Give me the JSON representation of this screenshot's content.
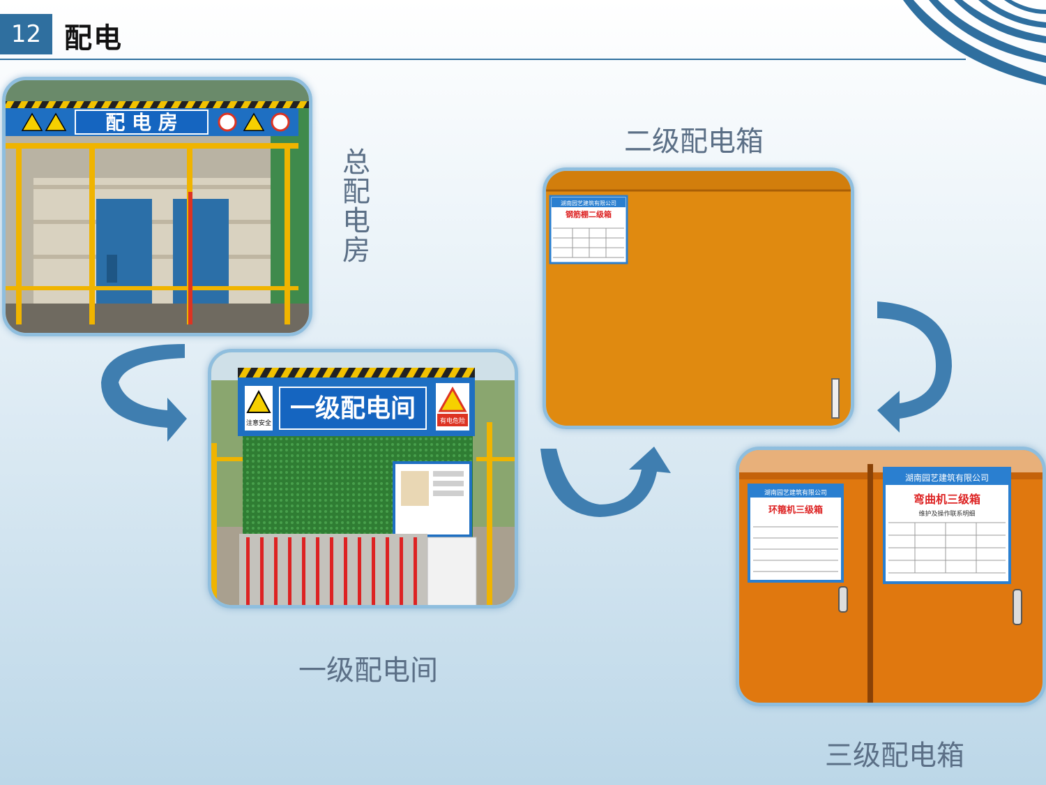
{
  "slide": {
    "number": "12",
    "title": "配电"
  },
  "captions": {
    "main_room": "总配电房",
    "level1": "一级配电间",
    "level2": "二级配电箱",
    "level3": "三级配电箱"
  },
  "photo1_signs": {
    "room_sign": "配 电 房"
  },
  "photo2_signs": {
    "room_sign": "一级配电间",
    "warning": "有电危险",
    "caution": "注意安全"
  },
  "photo3_signs": {
    "company": "湖南园艺建筑有限公司",
    "box": "钢筋棚二级箱"
  },
  "photo4_signs": {
    "company": "湖南园艺建筑有限公司",
    "box_left": "环箍机三级箱",
    "box_right": "弯曲机三级箱",
    "subtitle": "维护及操作联系明细"
  },
  "colors": {
    "accent": "#2f6f9f",
    "arrow": "#3f7eb0",
    "orange": "#e38a12"
  }
}
